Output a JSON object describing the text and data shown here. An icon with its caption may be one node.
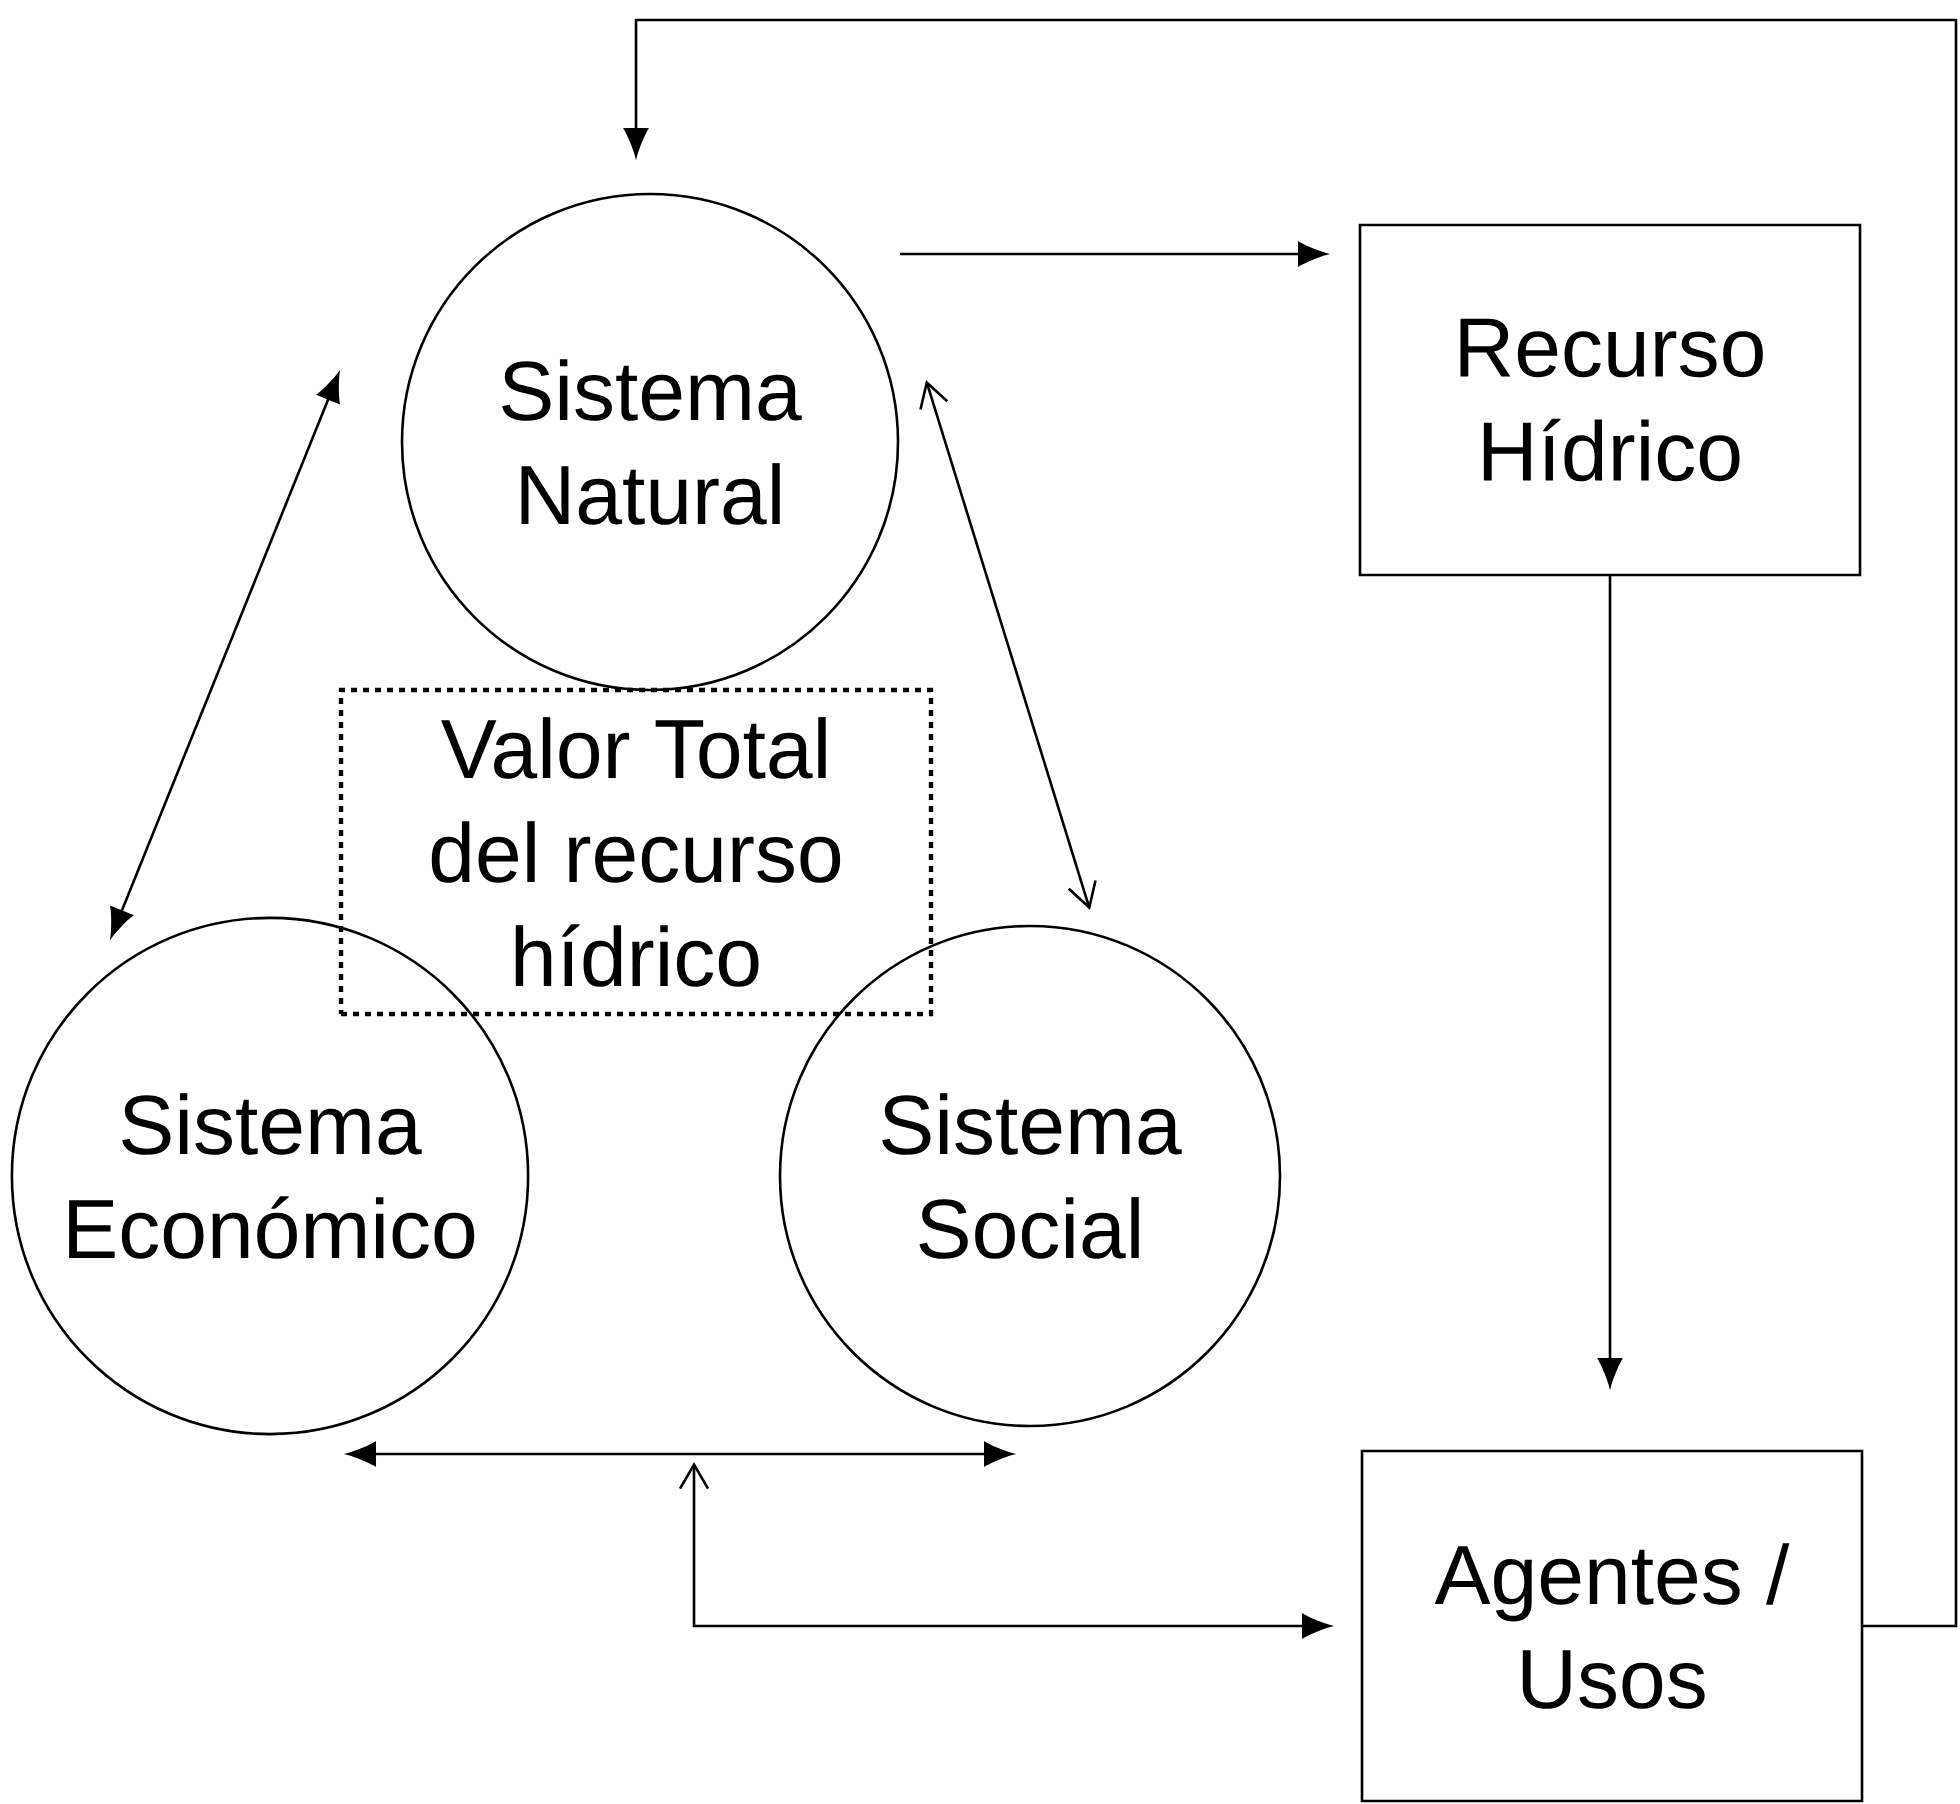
{
  "diagram": {
    "nodes": [
      {
        "text": [
          "Sistema Natural"
        ]
      },
      {
        "text": [
          "Recurso Hídrico"
        ]
      },
      {
        "text": [
          "Valor Total del recurso hídrico"
        ]
      },
      {
        "text": [
          "Sistema Económico"
        ]
      },
      {
        "text": [
          "Sistema Social"
        ]
      },
      {
        "text": [
          "Agentes / Usos"
        ]
      }
    ],
    "edges": [
      {
        "from": 0,
        "to": 1,
        "arrow": "to"
      },
      {
        "from": 3,
        "to": 0,
        "arrow": "both"
      },
      {
        "from": 0,
        "to": 4,
        "arrow": "both"
      },
      {
        "from": 1,
        "to": 5,
        "arrow": "to"
      },
      {
        "from": 5,
        "to": 0,
        "arrow": "to"
      },
      {
        "from": 3,
        "to": 4,
        "arrow": "both"
      },
      {
        "from": null,
        "to": 5,
        "arrow": "both"
      }
    ]
  }
}
